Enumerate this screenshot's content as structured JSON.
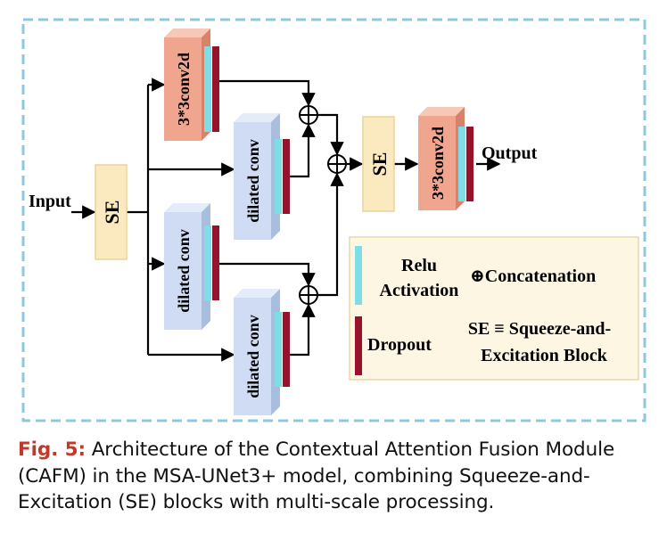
{
  "diagram": {
    "input_label": "Input",
    "output_label": "Output",
    "se_label": "SE",
    "conv_label": "3*3conv2d",
    "dilated_label": "dilated conv",
    "plus_symbol": "⊕",
    "colors": {
      "frame": "#8ec8e0",
      "se_fill": "#fbe9bf",
      "se_stroke": "#e8d49a",
      "conv_front": "#f0a58f",
      "conv_top": "#f6c8b8",
      "conv_side": "#d9826a",
      "dilated_front": "#cfdcf3",
      "dilated_top": "#e4ecf9",
      "dilated_side": "#a9bddf",
      "relu": "#7fdde8",
      "dropout": "#99122b",
      "legend_fill": "#fdf6e3",
      "legend_stroke": "#e6d8a8"
    },
    "legend": {
      "relu_line1": "Relu",
      "relu_line2": "Activation",
      "concat": "⊕Concatenation",
      "dropout": "Dropout",
      "se_line1": "SE ≡ Squeeze-and-",
      "se_line2": "Excitation Block"
    }
  },
  "caption": {
    "label": "Fig. 5:",
    "text": " Architecture of the Contextual Attention Fusion Module (CAFM) in the MSA-UNet3+ model, combining Squeeze-and-Excitation (SE) blocks with multi-scale processing."
  }
}
